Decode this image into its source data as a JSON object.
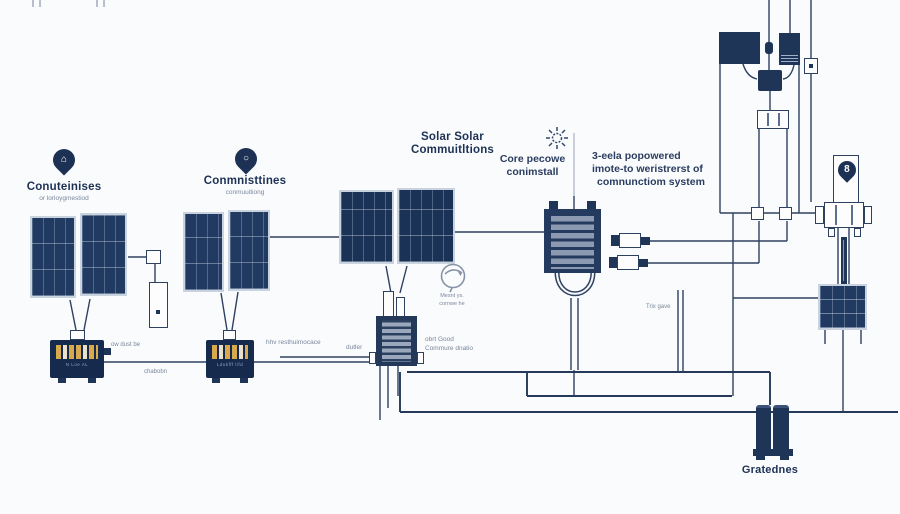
{
  "diagram": {
    "group1": {
      "title": "Conuteinises",
      "subtitle": "or lorloygmestiod",
      "pin_glyph": "⌂"
    },
    "group2": {
      "title": "Conmnisttines",
      "subtitle": "conmuuitiong",
      "pin_glyph": "○"
    },
    "center_title": {
      "line1": "Solar Solar",
      "line2": "Commuitltions"
    },
    "core_label": {
      "line1": "Core pecowe",
      "line2": "conimstall"
    },
    "right_block": {
      "line1": "3-eela popowered",
      "line2": "imote-to weristrerst of",
      "line3": "comnunctiom system"
    },
    "tower": {
      "pin_glyph": "8"
    },
    "annotations": {
      "ow_dust": "ow dust be",
      "chabobn": "chabobn",
      "hhv": "hhv resthuimocace",
      "dutler": "dutler",
      "obrt_line1": "obrt Good",
      "obrt_line2": "Commure dnatio",
      "mesnt_line1": "Mesnt ys.",
      "mesnt_line2": "cornwe he",
      "trix": "Trix gave",
      "gratednes": "Gratednes",
      "ctrl1_text": "N Loe AL",
      "ctrl2_text": "Ldukfff lifd"
    },
    "colors": {
      "background": "#fafbfd",
      "navy": "#1f3557",
      "wire": "#2e4160",
      "panel": "#203a61",
      "slot_yellow": "#d9a94e",
      "muted_text": "#7a879c"
    }
  }
}
